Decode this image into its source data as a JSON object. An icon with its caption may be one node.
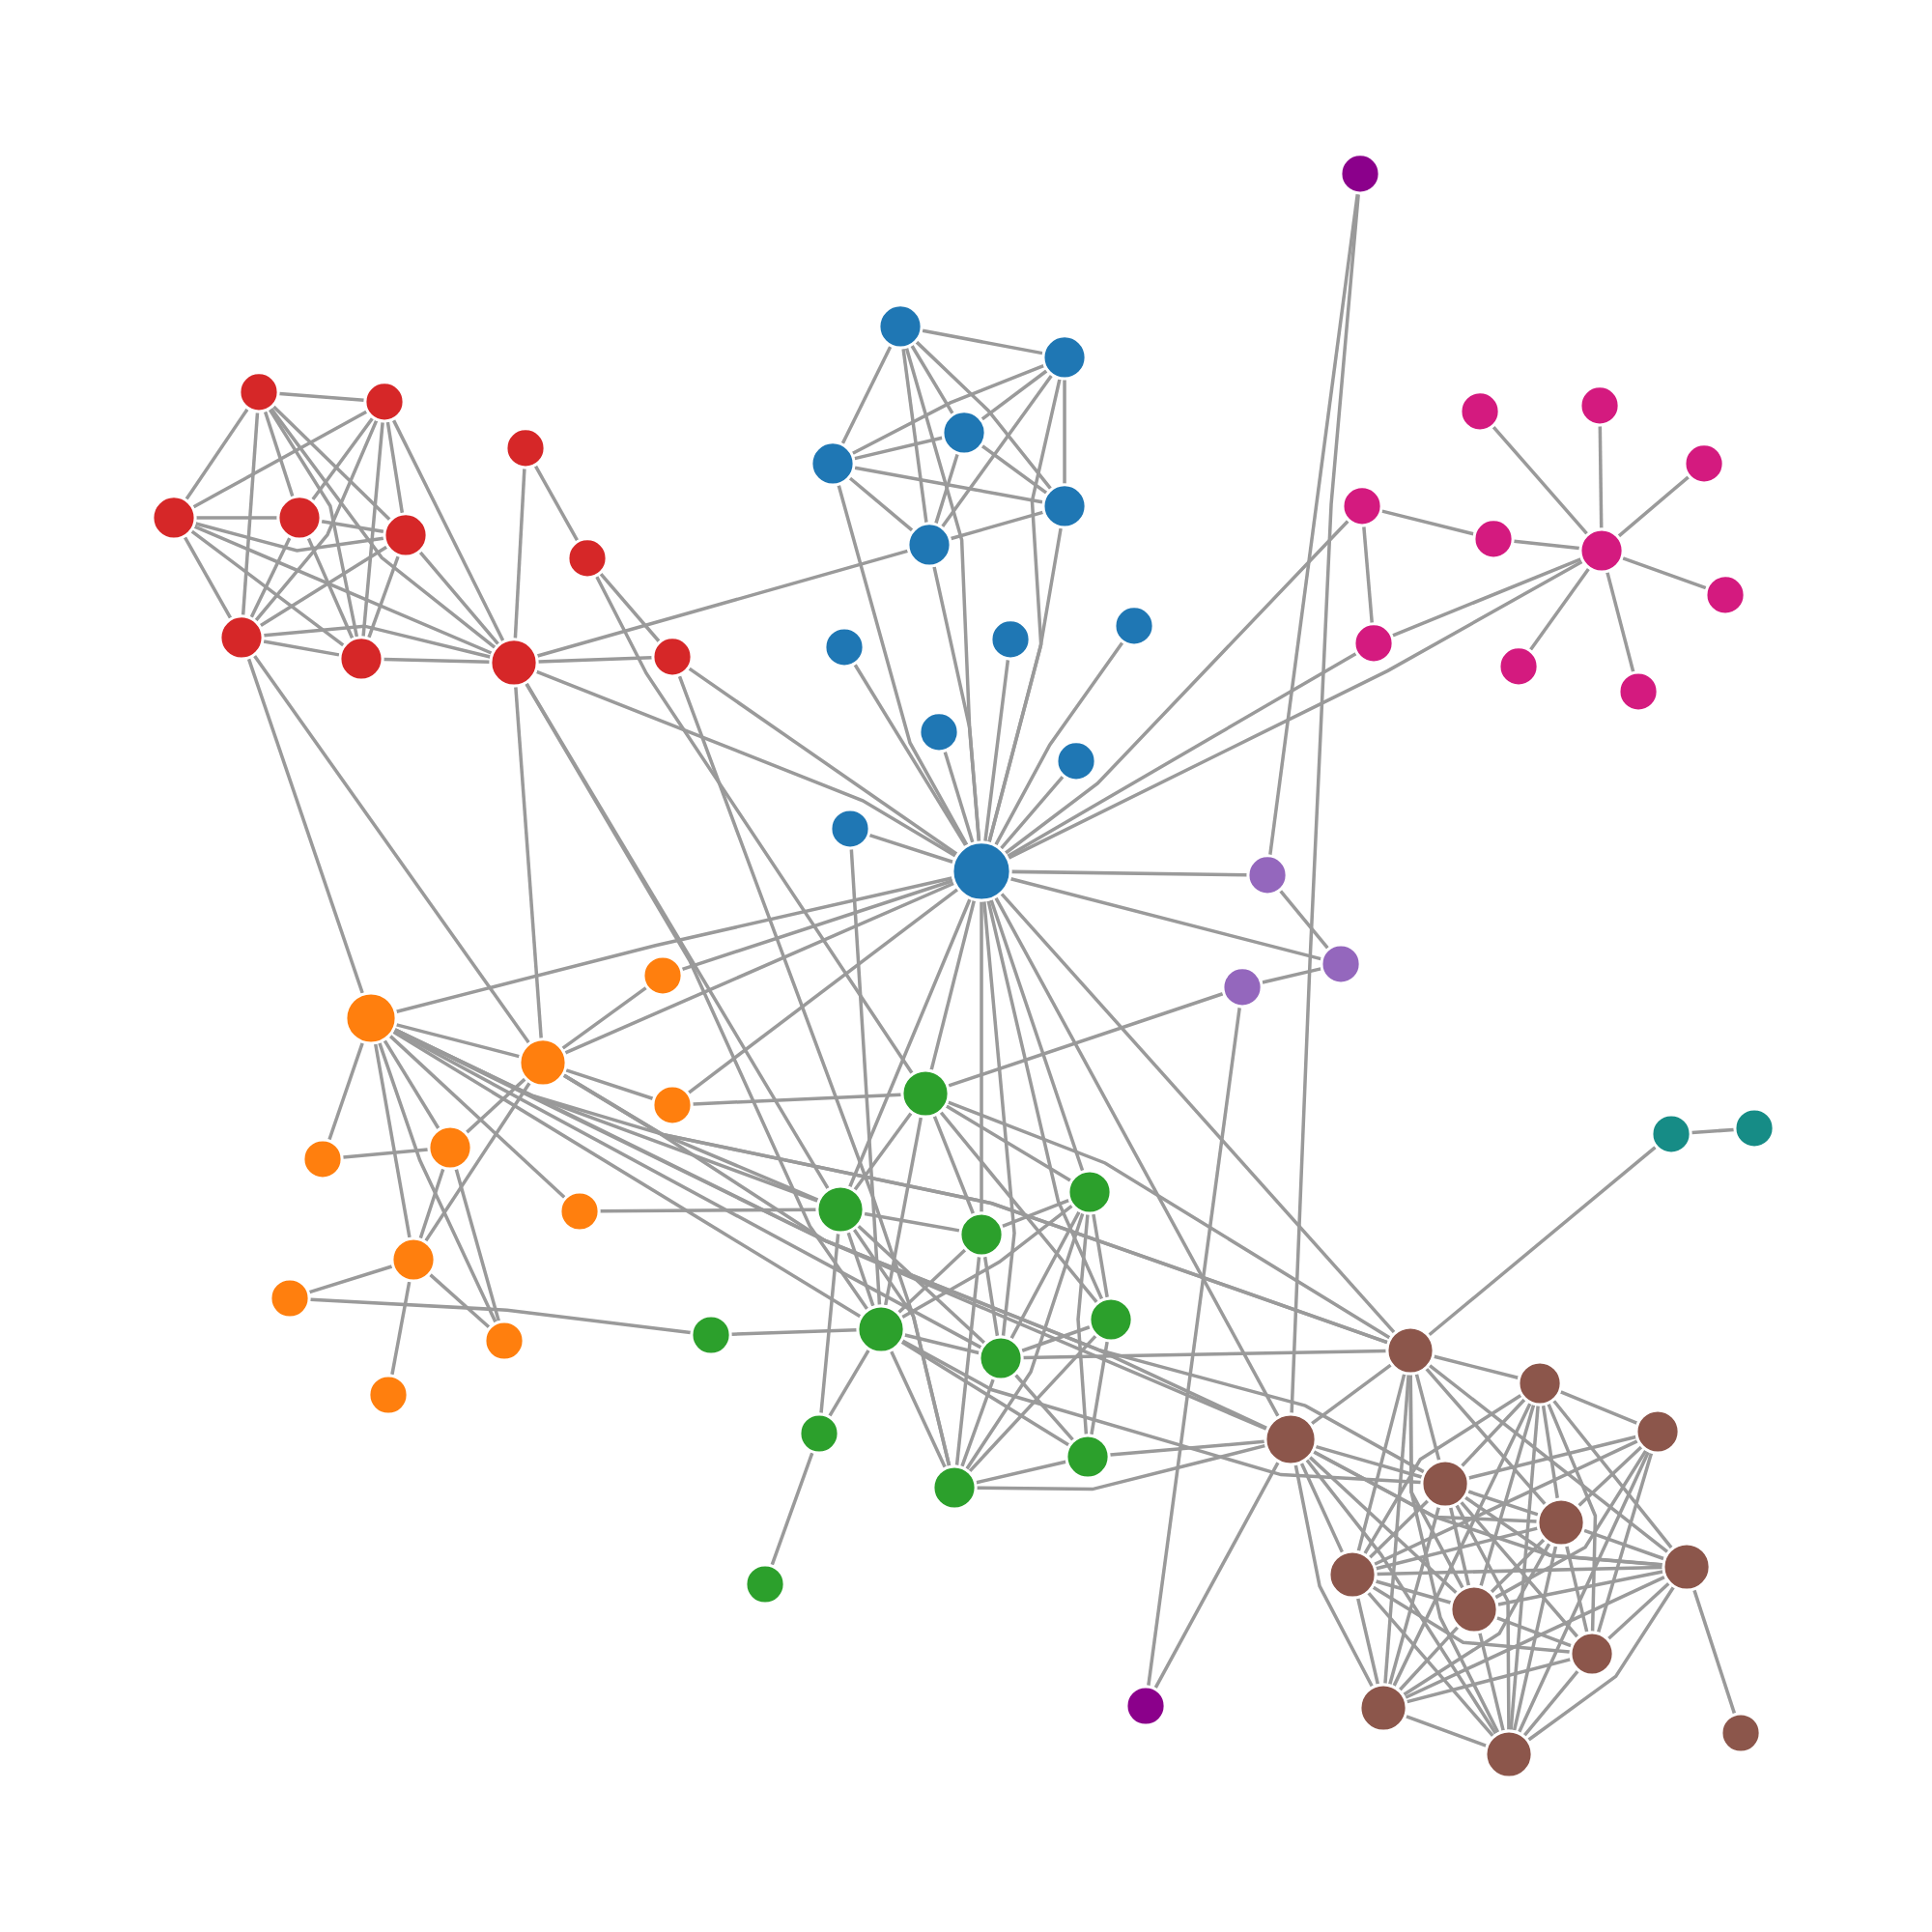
{
  "diagram": {
    "nodes": [
      {
        "text": [],
        "shape": "circle"
      },
      {
        "text": [],
        "shape": "circle"
      },
      {
        "text": [],
        "shape": "circle"
      },
      {
        "text": [],
        "shape": "circle"
      },
      {
        "text": [],
        "shape": "circle"
      },
      {
        "text": [],
        "shape": "circle"
      },
      {
        "text": [],
        "shape": "circle"
      },
      {
        "text": [],
        "shape": "circle"
      },
      {
        "text": [],
        "shape": "circle"
      },
      {
        "text": [],
        "shape": "circle"
      },
      {
        "text": [],
        "shape": "circle"
      },
      {
        "text": [],
        "shape": "circle"
      },
      {
        "text": [],
        "shape": "circle"
      },
      {
        "text": [],
        "shape": "circle"
      },
      {
        "text": [],
        "shape": "circle"
      },
      {
        "text": [],
        "shape": "circle"
      },
      {
        "text": [],
        "shape": "circle"
      },
      {
        "text": [],
        "shape": "circle"
      },
      {
        "text": [],
        "shape": "circle"
      },
      {
        "text": [],
        "shape": "circle"
      },
      {
        "text": [],
        "shape": "circle"
      },
      {
        "text": [],
        "shape": "circle"
      },
      {
        "text": [],
        "shape": "circle"
      },
      {
        "text": [],
        "shape": "circle"
      },
      {
        "text": [],
        "shape": "circle"
      },
      {
        "text": [],
        "shape": "circle"
      },
      {
        "text": [],
        "shape": "circle"
      },
      {
        "text": [],
        "shape": "circle"
      },
      {
        "text": [],
        "shape": "circle"
      },
      {
        "text": [],
        "shape": "circle"
      },
      {
        "text": [],
        "shape": "circle"
      },
      {
        "text": [],
        "shape": "circle"
      },
      {
        "text": [],
        "shape": "circle"
      },
      {
        "text": [],
        "shape": "circle"
      },
      {
        "text": [],
        "shape": "circle"
      },
      {
        "text": [],
        "shape": "circle"
      },
      {
        "text": [],
        "shape": "circle"
      },
      {
        "text": [],
        "shape": "circle"
      },
      {
        "text": [],
        "shape": "circle"
      },
      {
        "text": [],
        "shape": "circle"
      },
      {
        "text": [],
        "shape": "circle"
      },
      {
        "text": [],
        "shape": "circle"
      },
      {
        "text": [],
        "shape": "circle"
      },
      {
        "text": [],
        "shape": "circle"
      },
      {
        "text": [],
        "shape": "circle"
      },
      {
        "text": [],
        "shape": "circle"
      },
      {
        "text": [],
        "shape": "circle"
      },
      {
        "text": [],
        "shape": "circle"
      },
      {
        "text": [],
        "shape": "circle"
      },
      {
        "text": [],
        "shape": "circle"
      },
      {
        "text": [],
        "shape": "circle"
      },
      {
        "text": [],
        "shape": "circle"
      },
      {
        "text": [],
        "shape": "circle"
      },
      {
        "text": [],
        "shape": "circle"
      },
      {
        "text": [],
        "shape": "circle"
      },
      {
        "text": [],
        "shape": "circle"
      },
      {
        "text": [],
        "shape": "circle"
      },
      {
        "text": [],
        "shape": "circle"
      },
      {
        "text": [],
        "shape": "circle"
      },
      {
        "text": [],
        "shape": "circle"
      },
      {
        "text": [],
        "shape": "circle"
      },
      {
        "text": [],
        "shape": "circle"
      },
      {
        "text": [],
        "shape": "circle"
      },
      {
        "text": [],
        "shape": "circle"
      },
      {
        "text": [],
        "shape": "circle"
      },
      {
        "text": [],
        "shape": "circle"
      },
      {
        "text": [],
        "shape": "circle"
      },
      {
        "text": [],
        "shape": "circle"
      },
      {
        "text": [],
        "shape": "circle"
      },
      {
        "text": [],
        "shape": "circle"
      },
      {
        "text": [],
        "shape": "circle"
      },
      {
        "text": [],
        "shape": "circle"
      },
      {
        "text": [],
        "shape": "circle"
      },
      {
        "text": [],
        "shape": "circle"
      },
      {
        "text": [],
        "shape": "circle"
      },
      {
        "text": [],
        "shape": "circle"
      },
      {
        "text": [],
        "shape": "circle"
      }
    ],
    "edges": [
      {
        "from": 0,
        "to": 1,
        "arrow": "none"
      },
      {
        "from": 0,
        "to": 2,
        "arrow": "none"
      },
      {
        "from": 0,
        "to": 3,
        "arrow": "none"
      },
      {
        "from": 0,
        "to": 4,
        "arrow": "none"
      },
      {
        "from": 0,
        "to": 5,
        "arrow": "none"
      },
      {
        "from": 0,
        "to": 6,
        "arrow": "none"
      },
      {
        "from": 0,
        "to": 9,
        "arrow": "none"
      },
      {
        "from": 1,
        "to": 2,
        "arrow": "none"
      },
      {
        "from": 1,
        "to": 3,
        "arrow": "none"
      },
      {
        "from": 1,
        "to": 4,
        "arrow": "none"
      },
      {
        "from": 1,
        "to": 5,
        "arrow": "none"
      },
      {
        "from": 1,
        "to": 6,
        "arrow": "none"
      },
      {
        "from": 1,
        "to": 9,
        "arrow": "none"
      },
      {
        "from": 2,
        "to": 3,
        "arrow": "none"
      },
      {
        "from": 2,
        "to": 4,
        "arrow": "none"
      },
      {
        "from": 2,
        "to": 5,
        "arrow": "none"
      },
      {
        "from": 2,
        "to": 6,
        "arrow": "none"
      },
      {
        "from": 2,
        "to": 9,
        "arrow": "none"
      },
      {
        "from": 3,
        "to": 4,
        "arrow": "none"
      },
      {
        "from": 3,
        "to": 5,
        "arrow": "none"
      },
      {
        "from": 3,
        "to": 6,
        "arrow": "none"
      },
      {
        "from": 4,
        "to": 5,
        "arrow": "none"
      },
      {
        "from": 4,
        "to": 6,
        "arrow": "none"
      },
      {
        "from": 4,
        "to": 9,
        "arrow": "none"
      },
      {
        "from": 5,
        "to": 6,
        "arrow": "none"
      },
      {
        "from": 5,
        "to": 9,
        "arrow": "none"
      },
      {
        "from": 6,
        "to": 9,
        "arrow": "none"
      },
      {
        "from": 5,
        "to": 39,
        "arrow": "none"
      },
      {
        "from": 5,
        "to": 41,
        "arrow": "none"
      },
      {
        "from": 7,
        "to": 9,
        "arrow": "none"
      },
      {
        "from": 7,
        "to": 8,
        "arrow": "none"
      },
      {
        "from": 8,
        "to": 10,
        "arrow": "none"
      },
      {
        "from": 9,
        "to": 10,
        "arrow": "none"
      },
      {
        "from": 8,
        "to": 50,
        "arrow": "none"
      },
      {
        "from": 9,
        "to": 16,
        "arrow": "none"
      },
      {
        "from": 9,
        "to": 23,
        "arrow": "none"
      },
      {
        "from": 9,
        "to": 41,
        "arrow": "none"
      },
      {
        "from": 9,
        "to": 51,
        "arrow": "none"
      },
      {
        "from": 9,
        "to": 55,
        "arrow": "none"
      },
      {
        "from": 10,
        "to": 23,
        "arrow": "none"
      },
      {
        "from": 10,
        "to": 59,
        "arrow": "none"
      },
      {
        "from": 11,
        "to": 12,
        "arrow": "none"
      },
      {
        "from": 11,
        "to": 13,
        "arrow": "none"
      },
      {
        "from": 11,
        "to": 14,
        "arrow": "none"
      },
      {
        "from": 11,
        "to": 15,
        "arrow": "none"
      },
      {
        "from": 11,
        "to": 16,
        "arrow": "none"
      },
      {
        "from": 11,
        "to": 23,
        "arrow": "none"
      },
      {
        "from": 12,
        "to": 13,
        "arrow": "none"
      },
      {
        "from": 12,
        "to": 14,
        "arrow": "none"
      },
      {
        "from": 12,
        "to": 15,
        "arrow": "none"
      },
      {
        "from": 12,
        "to": 16,
        "arrow": "none"
      },
      {
        "from": 12,
        "to": 23,
        "arrow": "none"
      },
      {
        "from": 13,
        "to": 14,
        "arrow": "none"
      },
      {
        "from": 13,
        "to": 15,
        "arrow": "none"
      },
      {
        "from": 13,
        "to": 16,
        "arrow": "none"
      },
      {
        "from": 14,
        "to": 15,
        "arrow": "none"
      },
      {
        "from": 14,
        "to": 16,
        "arrow": "none"
      },
      {
        "from": 14,
        "to": 23,
        "arrow": "none"
      },
      {
        "from": 15,
        "to": 16,
        "arrow": "none"
      },
      {
        "from": 15,
        "to": 23,
        "arrow": "none"
      },
      {
        "from": 16,
        "to": 23,
        "arrow": "none"
      },
      {
        "from": 17,
        "to": 23,
        "arrow": "none"
      },
      {
        "from": 18,
        "to": 23,
        "arrow": "none"
      },
      {
        "from": 19,
        "to": 23,
        "arrow": "none"
      },
      {
        "from": 20,
        "to": 23,
        "arrow": "none"
      },
      {
        "from": 21,
        "to": 23,
        "arrow": "none"
      },
      {
        "from": 22,
        "to": 23,
        "arrow": "none"
      },
      {
        "from": 22,
        "to": 55,
        "arrow": "none"
      },
      {
        "from": 23,
        "to": 27,
        "arrow": "none"
      },
      {
        "from": 23,
        "to": 29,
        "arrow": "none"
      },
      {
        "from": 23,
        "to": 31,
        "arrow": "none"
      },
      {
        "from": 23,
        "to": 36,
        "arrow": "none"
      },
      {
        "from": 23,
        "to": 37,
        "arrow": "none"
      },
      {
        "from": 23,
        "to": 39,
        "arrow": "none"
      },
      {
        "from": 23,
        "to": 40,
        "arrow": "none"
      },
      {
        "from": 23,
        "to": 41,
        "arrow": "none"
      },
      {
        "from": 23,
        "to": 42,
        "arrow": "none"
      },
      {
        "from": 23,
        "to": 50,
        "arrow": "none"
      },
      {
        "from": 23,
        "to": 51,
        "arrow": "none"
      },
      {
        "from": 23,
        "to": 52,
        "arrow": "none"
      },
      {
        "from": 23,
        "to": 53,
        "arrow": "none"
      },
      {
        "from": 23,
        "to": 56,
        "arrow": "none"
      },
      {
        "from": 23,
        "to": 57,
        "arrow": "none"
      },
      {
        "from": 23,
        "to": 64,
        "arrow": "none"
      },
      {
        "from": 23,
        "to": 66,
        "arrow": "none"
      },
      {
        "from": 24,
        "to": 29,
        "arrow": "none"
      },
      {
        "from": 25,
        "to": 29,
        "arrow": "none"
      },
      {
        "from": 26,
        "to": 29,
        "arrow": "none"
      },
      {
        "from": 27,
        "to": 28,
        "arrow": "none"
      },
      {
        "from": 27,
        "to": 31,
        "arrow": "none"
      },
      {
        "from": 28,
        "to": 29,
        "arrow": "none"
      },
      {
        "from": 29,
        "to": 30,
        "arrow": "none"
      },
      {
        "from": 29,
        "to": 32,
        "arrow": "none"
      },
      {
        "from": 29,
        "to": 33,
        "arrow": "none"
      },
      {
        "from": 29,
        "to": 31,
        "arrow": "none"
      },
      {
        "from": 34,
        "to": 36,
        "arrow": "none"
      },
      {
        "from": 34,
        "to": 66,
        "arrow": "none"
      },
      {
        "from": 35,
        "to": 38,
        "arrow": "none"
      },
      {
        "from": 35,
        "to": 66,
        "arrow": "none"
      },
      {
        "from": 36,
        "to": 37,
        "arrow": "none"
      },
      {
        "from": 37,
        "to": 38,
        "arrow": "none"
      },
      {
        "from": 38,
        "to": 50,
        "arrow": "none"
      },
      {
        "from": 62,
        "to": 63,
        "arrow": "none"
      },
      {
        "from": 62,
        "to": 64,
        "arrow": "none"
      },
      {
        "from": 39,
        "to": 41,
        "arrow": "none"
      },
      {
        "from": 39,
        "to": 43,
        "arrow": "none"
      },
      {
        "from": 39,
        "to": 44,
        "arrow": "none"
      },
      {
        "from": 39,
        "to": 45,
        "arrow": "none"
      },
      {
        "from": 39,
        "to": 46,
        "arrow": "none"
      },
      {
        "from": 39,
        "to": 48,
        "arrow": "none"
      },
      {
        "from": 39,
        "to": 51,
        "arrow": "none"
      },
      {
        "from": 39,
        "to": 55,
        "arrow": "none"
      },
      {
        "from": 39,
        "to": 56,
        "arrow": "none"
      },
      {
        "from": 39,
        "to": 64,
        "arrow": "none"
      },
      {
        "from": 39,
        "to": 66,
        "arrow": "none"
      },
      {
        "from": 39,
        "to": 68,
        "arrow": "none"
      },
      {
        "from": 40,
        "to": 41,
        "arrow": "none"
      },
      {
        "from": 41,
        "to": 42,
        "arrow": "none"
      },
      {
        "from": 41,
        "to": 44,
        "arrow": "none"
      },
      {
        "from": 41,
        "to": 46,
        "arrow": "none"
      },
      {
        "from": 41,
        "to": 51,
        "arrow": "none"
      },
      {
        "from": 41,
        "to": 64,
        "arrow": "none"
      },
      {
        "from": 41,
        "to": 66,
        "arrow": "none"
      },
      {
        "from": 43,
        "to": 44,
        "arrow": "none"
      },
      {
        "from": 44,
        "to": 46,
        "arrow": "none"
      },
      {
        "from": 44,
        "to": 48,
        "arrow": "none"
      },
      {
        "from": 46,
        "to": 47,
        "arrow": "none"
      },
      {
        "from": 46,
        "to": 48,
        "arrow": "none"
      },
      {
        "from": 46,
        "to": 49,
        "arrow": "none"
      },
      {
        "from": 47,
        "to": 54,
        "arrow": "none"
      },
      {
        "from": 42,
        "to": 50,
        "arrow": "none"
      },
      {
        "from": 45,
        "to": 51,
        "arrow": "none"
      },
      {
        "from": 50,
        "to": 51,
        "arrow": "none"
      },
      {
        "from": 50,
        "to": 52,
        "arrow": "none"
      },
      {
        "from": 50,
        "to": 53,
        "arrow": "none"
      },
      {
        "from": 50,
        "to": 55,
        "arrow": "none"
      },
      {
        "from": 50,
        "to": 57,
        "arrow": "none"
      },
      {
        "from": 50,
        "to": 64,
        "arrow": "none"
      },
      {
        "from": 51,
        "to": 52,
        "arrow": "none"
      },
      {
        "from": 51,
        "to": 55,
        "arrow": "none"
      },
      {
        "from": 51,
        "to": 56,
        "arrow": "none"
      },
      {
        "from": 51,
        "to": 58,
        "arrow": "none"
      },
      {
        "from": 51,
        "to": 59,
        "arrow": "none"
      },
      {
        "from": 52,
        "to": 53,
        "arrow": "none"
      },
      {
        "from": 52,
        "to": 55,
        "arrow": "none"
      },
      {
        "from": 52,
        "to": 56,
        "arrow": "none"
      },
      {
        "from": 52,
        "to": 59,
        "arrow": "none"
      },
      {
        "from": 53,
        "to": 55,
        "arrow": "none"
      },
      {
        "from": 53,
        "to": 56,
        "arrow": "none"
      },
      {
        "from": 53,
        "to": 57,
        "arrow": "none"
      },
      {
        "from": 53,
        "to": 59,
        "arrow": "none"
      },
      {
        "from": 53,
        "to": 60,
        "arrow": "none"
      },
      {
        "from": 54,
        "to": 55,
        "arrow": "none"
      },
      {
        "from": 55,
        "to": 56,
        "arrow": "none"
      },
      {
        "from": 55,
        "to": 58,
        "arrow": "none"
      },
      {
        "from": 55,
        "to": 59,
        "arrow": "none"
      },
      {
        "from": 55,
        "to": 60,
        "arrow": "none"
      },
      {
        "from": 55,
        "to": 68,
        "arrow": "none"
      },
      {
        "from": 56,
        "to": 57,
        "arrow": "none"
      },
      {
        "from": 56,
        "to": 59,
        "arrow": "none"
      },
      {
        "from": 56,
        "to": 60,
        "arrow": "none"
      },
      {
        "from": 56,
        "to": 64,
        "arrow": "none"
      },
      {
        "from": 57,
        "to": 59,
        "arrow": "none"
      },
      {
        "from": 57,
        "to": 60,
        "arrow": "none"
      },
      {
        "from": 58,
        "to": 61,
        "arrow": "none"
      },
      {
        "from": 59,
        "to": 60,
        "arrow": "none"
      },
      {
        "from": 59,
        "to": 66,
        "arrow": "none"
      },
      {
        "from": 60,
        "to": 66,
        "arrow": "none"
      },
      {
        "from": 64,
        "to": 65,
        "arrow": "none"
      },
      {
        "from": 64,
        "to": 66,
        "arrow": "none"
      },
      {
        "from": 64,
        "to": 68,
        "arrow": "none"
      },
      {
        "from": 64,
        "to": 69,
        "arrow": "none"
      },
      {
        "from": 64,
        "to": 70,
        "arrow": "none"
      },
      {
        "from": 64,
        "to": 71,
        "arrow": "none"
      },
      {
        "from": 64,
        "to": 72,
        "arrow": "none"
      },
      {
        "from": 64,
        "to": 74,
        "arrow": "none"
      },
      {
        "from": 64,
        "to": 75,
        "arrow": "none"
      },
      {
        "from": 65,
        "to": 67,
        "arrow": "none"
      },
      {
        "from": 65,
        "to": 68,
        "arrow": "none"
      },
      {
        "from": 65,
        "to": 69,
        "arrow": "none"
      },
      {
        "from": 65,
        "to": 70,
        "arrow": "none"
      },
      {
        "from": 65,
        "to": 71,
        "arrow": "none"
      },
      {
        "from": 65,
        "to": 72,
        "arrow": "none"
      },
      {
        "from": 65,
        "to": 73,
        "arrow": "none"
      },
      {
        "from": 65,
        "to": 74,
        "arrow": "none"
      },
      {
        "from": 65,
        "to": 75,
        "arrow": "none"
      },
      {
        "from": 66,
        "to": 68,
        "arrow": "none"
      },
      {
        "from": 66,
        "to": 69,
        "arrow": "none"
      },
      {
        "from": 66,
        "to": 70,
        "arrow": "none"
      },
      {
        "from": 66,
        "to": 71,
        "arrow": "none"
      },
      {
        "from": 66,
        "to": 72,
        "arrow": "none"
      },
      {
        "from": 66,
        "to": 74,
        "arrow": "none"
      },
      {
        "from": 66,
        "to": 75,
        "arrow": "none"
      },
      {
        "from": 67,
        "to": 68,
        "arrow": "none"
      },
      {
        "from": 67,
        "to": 69,
        "arrow": "none"
      },
      {
        "from": 67,
        "to": 71,
        "arrow": "none"
      },
      {
        "from": 67,
        "to": 72,
        "arrow": "none"
      },
      {
        "from": 67,
        "to": 73,
        "arrow": "none"
      },
      {
        "from": 67,
        "to": 75,
        "arrow": "none"
      },
      {
        "from": 68,
        "to": 69,
        "arrow": "none"
      },
      {
        "from": 68,
        "to": 70,
        "arrow": "none"
      },
      {
        "from": 68,
        "to": 71,
        "arrow": "none"
      },
      {
        "from": 68,
        "to": 72,
        "arrow": "none"
      },
      {
        "from": 68,
        "to": 73,
        "arrow": "none"
      },
      {
        "from": 68,
        "to": 74,
        "arrow": "none"
      },
      {
        "from": 68,
        "to": 75,
        "arrow": "none"
      },
      {
        "from": 69,
        "to": 70,
        "arrow": "none"
      },
      {
        "from": 69,
        "to": 71,
        "arrow": "none"
      },
      {
        "from": 69,
        "to": 72,
        "arrow": "none"
      },
      {
        "from": 69,
        "to": 73,
        "arrow": "none"
      },
      {
        "from": 69,
        "to": 74,
        "arrow": "none"
      },
      {
        "from": 69,
        "to": 75,
        "arrow": "none"
      },
      {
        "from": 70,
        "to": 71,
        "arrow": "none"
      },
      {
        "from": 70,
        "to": 72,
        "arrow": "none"
      },
      {
        "from": 70,
        "to": 73,
        "arrow": "none"
      },
      {
        "from": 70,
        "to": 74,
        "arrow": "none"
      },
      {
        "from": 70,
        "to": 75,
        "arrow": "none"
      },
      {
        "from": 70,
        "to": 76,
        "arrow": "none"
      },
      {
        "from": 71,
        "to": 72,
        "arrow": "none"
      },
      {
        "from": 71,
        "to": 73,
        "arrow": "none"
      },
      {
        "from": 71,
        "to": 74,
        "arrow": "none"
      },
      {
        "from": 71,
        "to": 75,
        "arrow": "none"
      },
      {
        "from": 72,
        "to": 73,
        "arrow": "none"
      },
      {
        "from": 72,
        "to": 74,
        "arrow": "none"
      },
      {
        "from": 72,
        "to": 75,
        "arrow": "none"
      },
      {
        "from": 73,
        "to": 74,
        "arrow": "none"
      },
      {
        "from": 73,
        "to": 75,
        "arrow": "none"
      },
      {
        "from": 74,
        "to": 75,
        "arrow": "none"
      }
    ]
  }
}
